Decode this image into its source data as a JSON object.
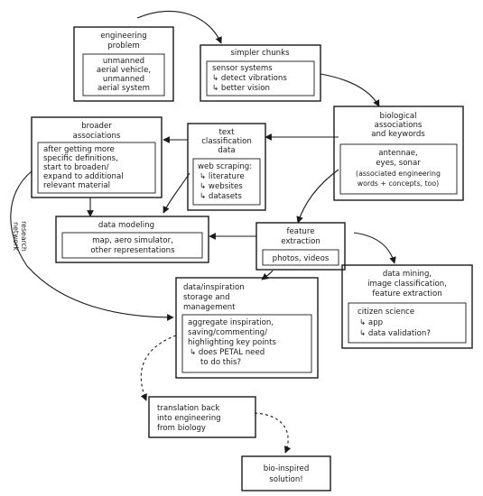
{
  "nodes": {
    "engineering_problem": {
      "title": [
        "engineering",
        "problem"
      ],
      "content": [
        "unmanned",
        "aerial vehicle,",
        "unmanned",
        "aerial system"
      ]
    },
    "simpler_chunks": {
      "title": [
        "simpler chunks"
      ],
      "content": [
        "sensor systems",
        "↳ detect vibrations",
        "↳ better vision"
      ]
    },
    "broader_associations": {
      "title": [
        "broader",
        "associations"
      ],
      "content": [
        "after getting more",
        "specific definitions,",
        "start to broaden/",
        "expand to additional",
        "relevant material"
      ]
    },
    "text_classification": {
      "title": [
        "text",
        "classification",
        "data"
      ],
      "content": [
        "web scraping:",
        "↳ literature",
        "↳ websites",
        "↳ datasets"
      ]
    },
    "biological_associations": {
      "title": [
        "biological",
        "associations",
        "and keywords"
      ],
      "content": [
        "antennae,",
        "eyes, sonar",
        "(associated engineering",
        "words + concepts, too)"
      ]
    },
    "data_modeling": {
      "title": [
        "data modeling"
      ],
      "content": [
        "map, aero simulator,",
        "other representations"
      ]
    },
    "feature_extraction": {
      "title": [
        "feature",
        "extraction"
      ],
      "content": [
        "photos, videos"
      ]
    },
    "data_mining": {
      "title": [
        "data mining,",
        "image classification,",
        "feature extraction"
      ],
      "content": [
        "citizen science",
        "↳ app",
        "↳ data validation?"
      ]
    },
    "data_inspiration": {
      "title": [
        "data/inspiration",
        "storage and",
        "management"
      ],
      "content": [
        "aggregate inspiration,",
        "saving/commenting/",
        "highlighting key points",
        "↳ does PETAL need",
        "to do this?"
      ]
    },
    "translation": {
      "title": [
        "translation back",
        "into engineering",
        "from biology"
      ]
    },
    "solution": {
      "title": [
        "bio-inspired",
        "solution!"
      ]
    }
  },
  "edge_labels": {
    "research_network": [
      "research",
      "network"
    ]
  }
}
